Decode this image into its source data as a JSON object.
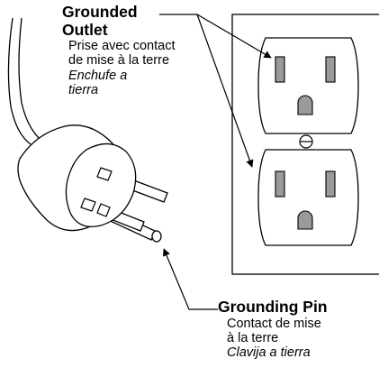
{
  "outlet_callout": {
    "title_line1": "Grounded",
    "title_line2": "Outlet",
    "french": [
      "Prise avec contact",
      "de mise à la terre"
    ],
    "spanish": [
      "Enchufe a",
      "tierra"
    ]
  },
  "pin_callout": {
    "title": "Grounding Pin",
    "french": [
      "Contact de mise",
      "à la terre"
    ],
    "spanish": "Clavija a tierra"
  }
}
